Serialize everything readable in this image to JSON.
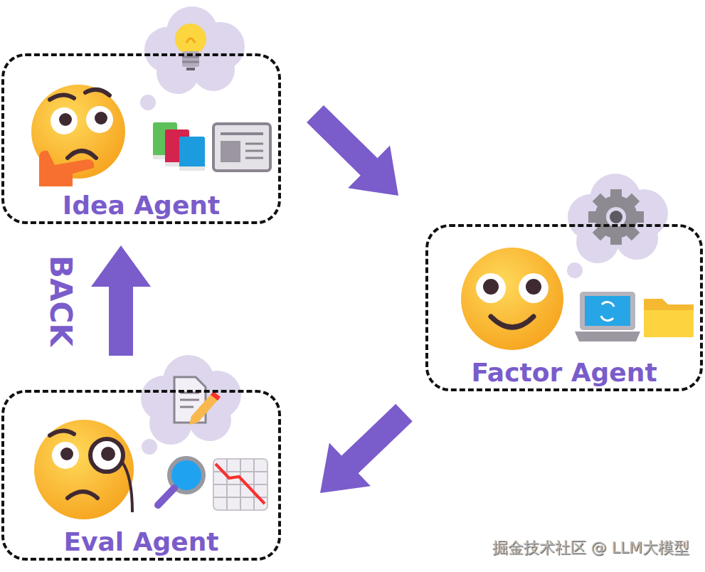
{
  "diagram": {
    "nodes": [
      {
        "text": [
          "Idea Agent"
        ]
      },
      {
        "text": [
          "Factor Agent"
        ]
      },
      {
        "text": [
          "Eval Agent"
        ]
      }
    ],
    "edges": [
      {
        "from": 0,
        "to": 1,
        "arrow": "to"
      },
      {
        "from": 1,
        "to": 2,
        "arrow": "to"
      },
      {
        "from": 2,
        "to": 0,
        "arrow": "to",
        "label": "BACK"
      }
    ],
    "labels": [
      "掘金技术社区 @ LLM大模型"
    ]
  }
}
